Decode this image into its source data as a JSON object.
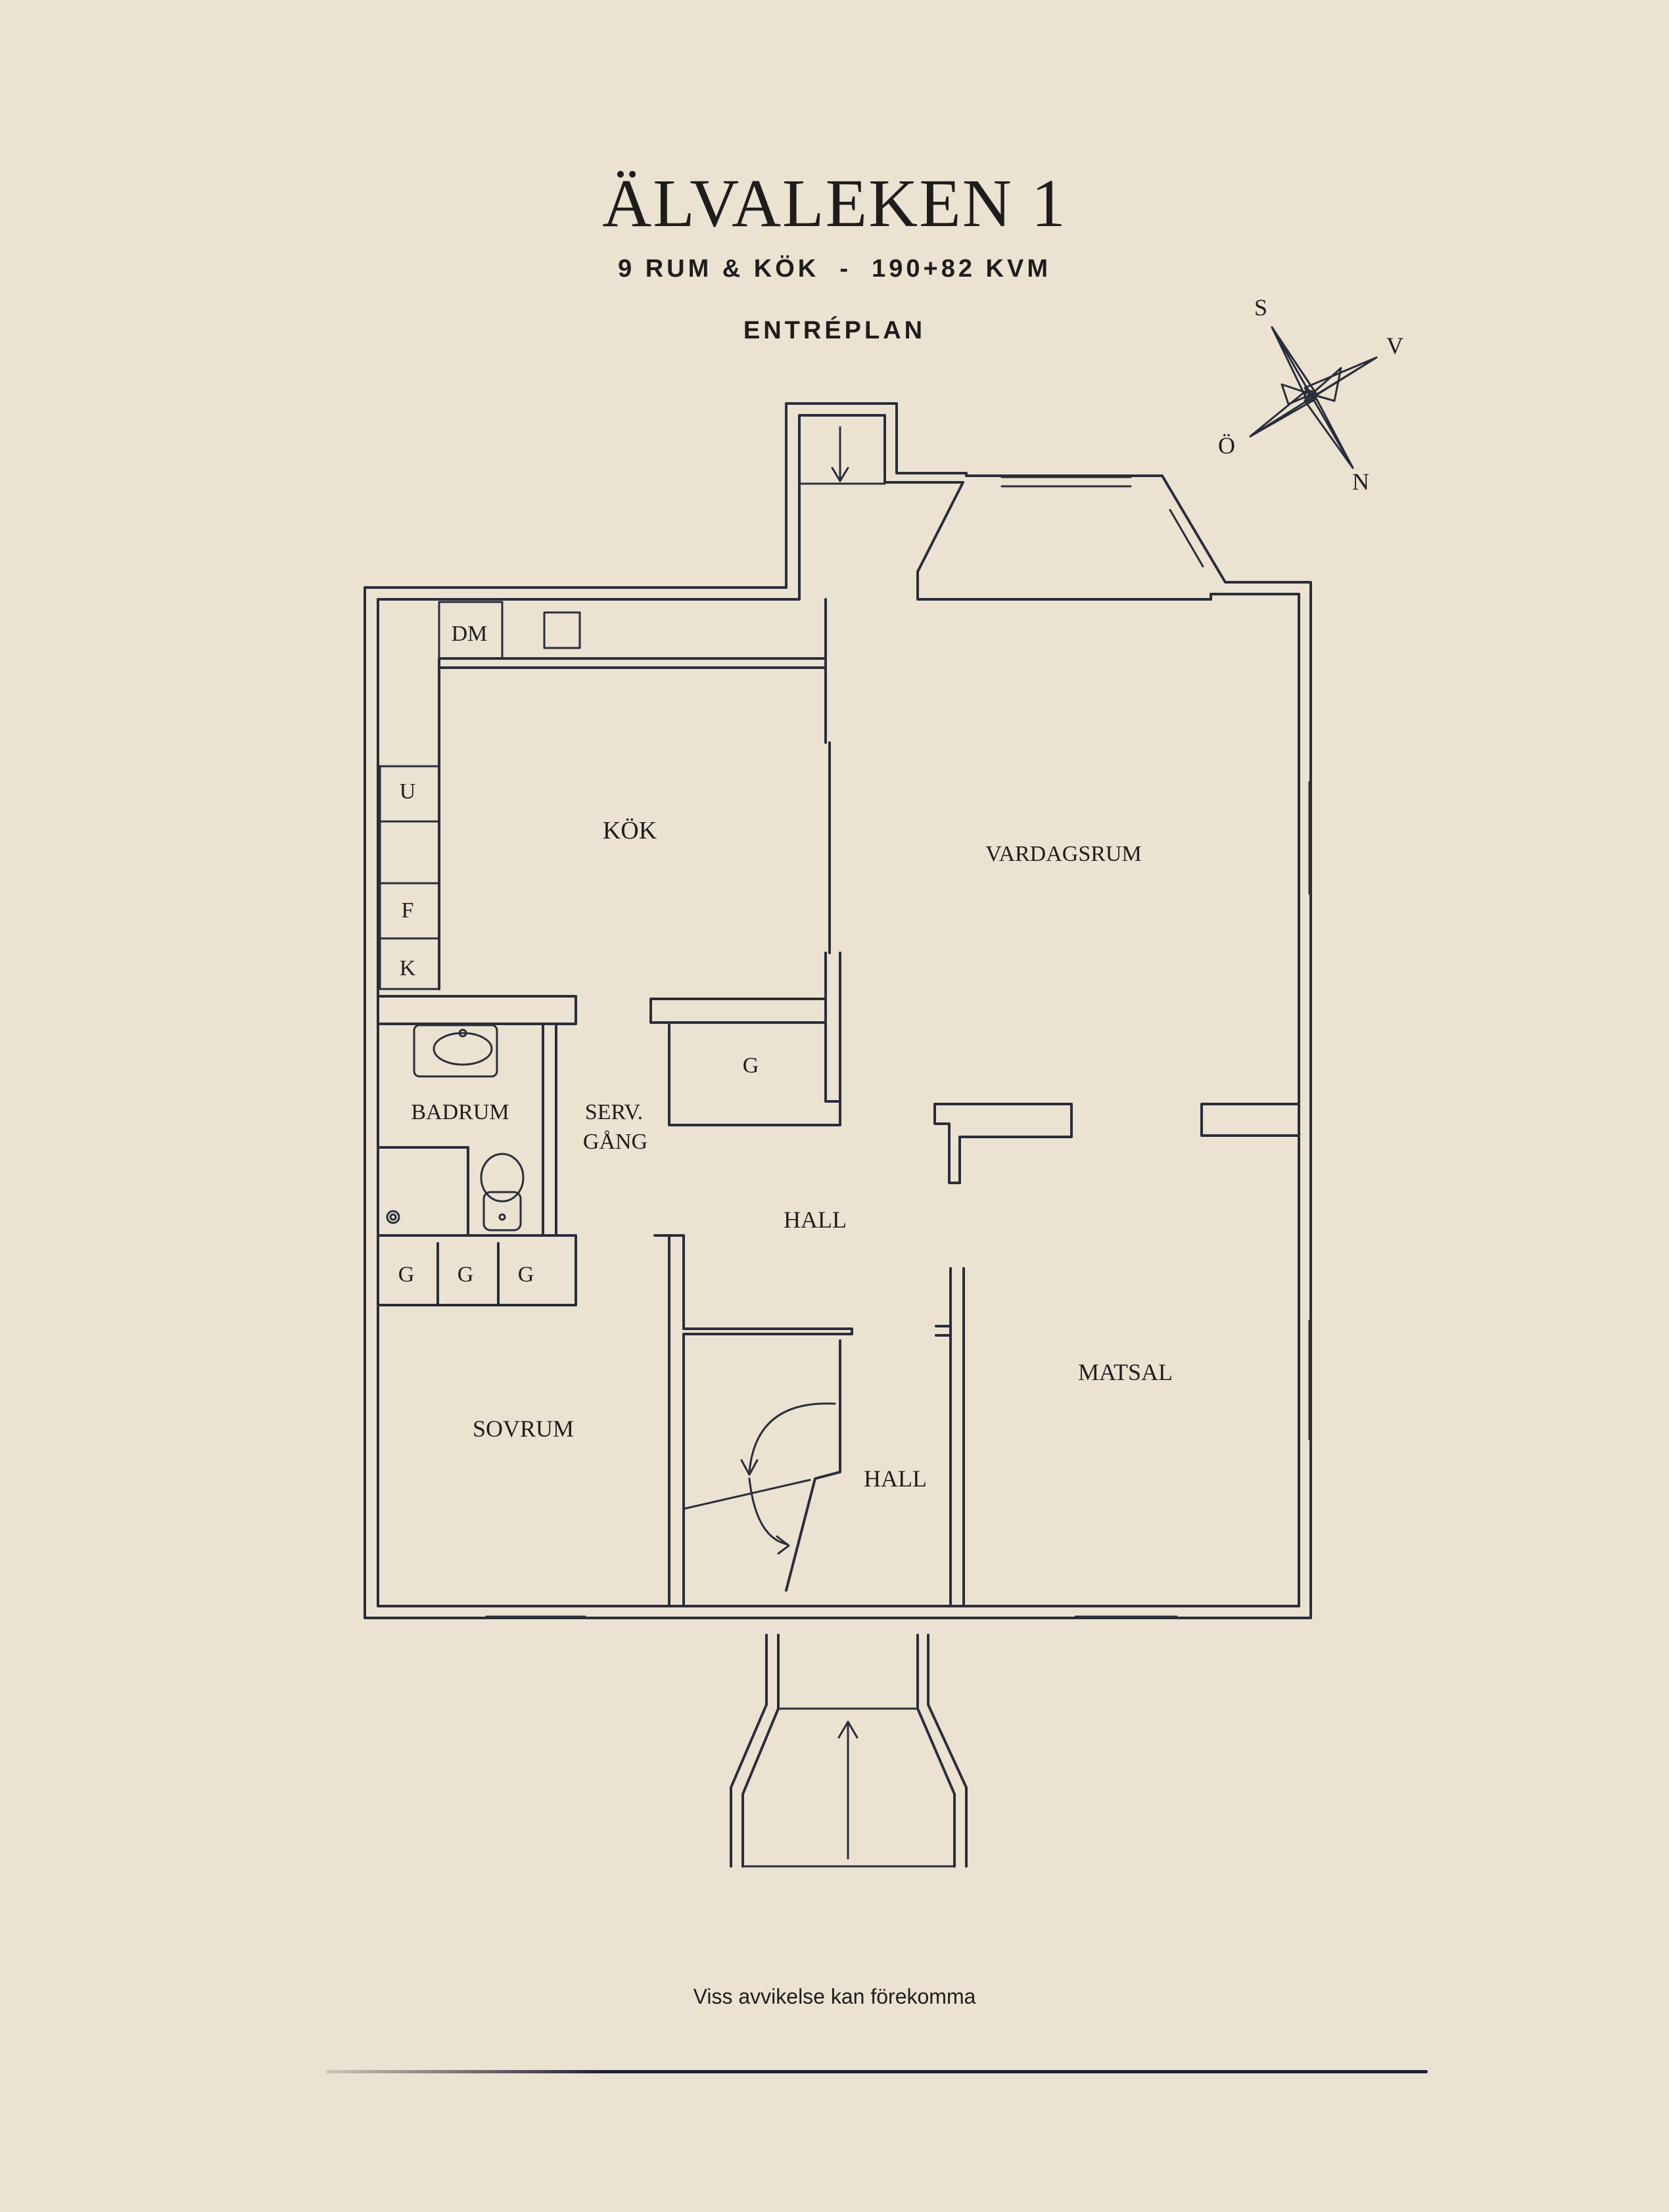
{
  "header": {
    "title": "ÄLVALEKEN 1",
    "subtitle": "9 RUM & KÖK  -  190+82 KVM",
    "level": "ENTRÉPLAN"
  },
  "compass": {
    "labels": {
      "south": "S",
      "west": "V",
      "east": "Ö",
      "north": "N"
    }
  },
  "rooms": {
    "dm": "DM",
    "kok": "KÖK",
    "vardagsrum": "VARDAGSRUM",
    "u": "U",
    "f": "F",
    "k": "K",
    "g_closet": "G",
    "badrum": "BADRUM",
    "serv_line1": "SERV.",
    "serv_line2": "GÅNG",
    "hall_main": "HALL",
    "g1": "G",
    "g2": "G",
    "g3": "G",
    "matsal": "MATSAL",
    "sovrum": "SOVRUM",
    "hall_stair": "HALL"
  },
  "footer": {
    "note": "Viss avvikelse kan förekomma"
  }
}
